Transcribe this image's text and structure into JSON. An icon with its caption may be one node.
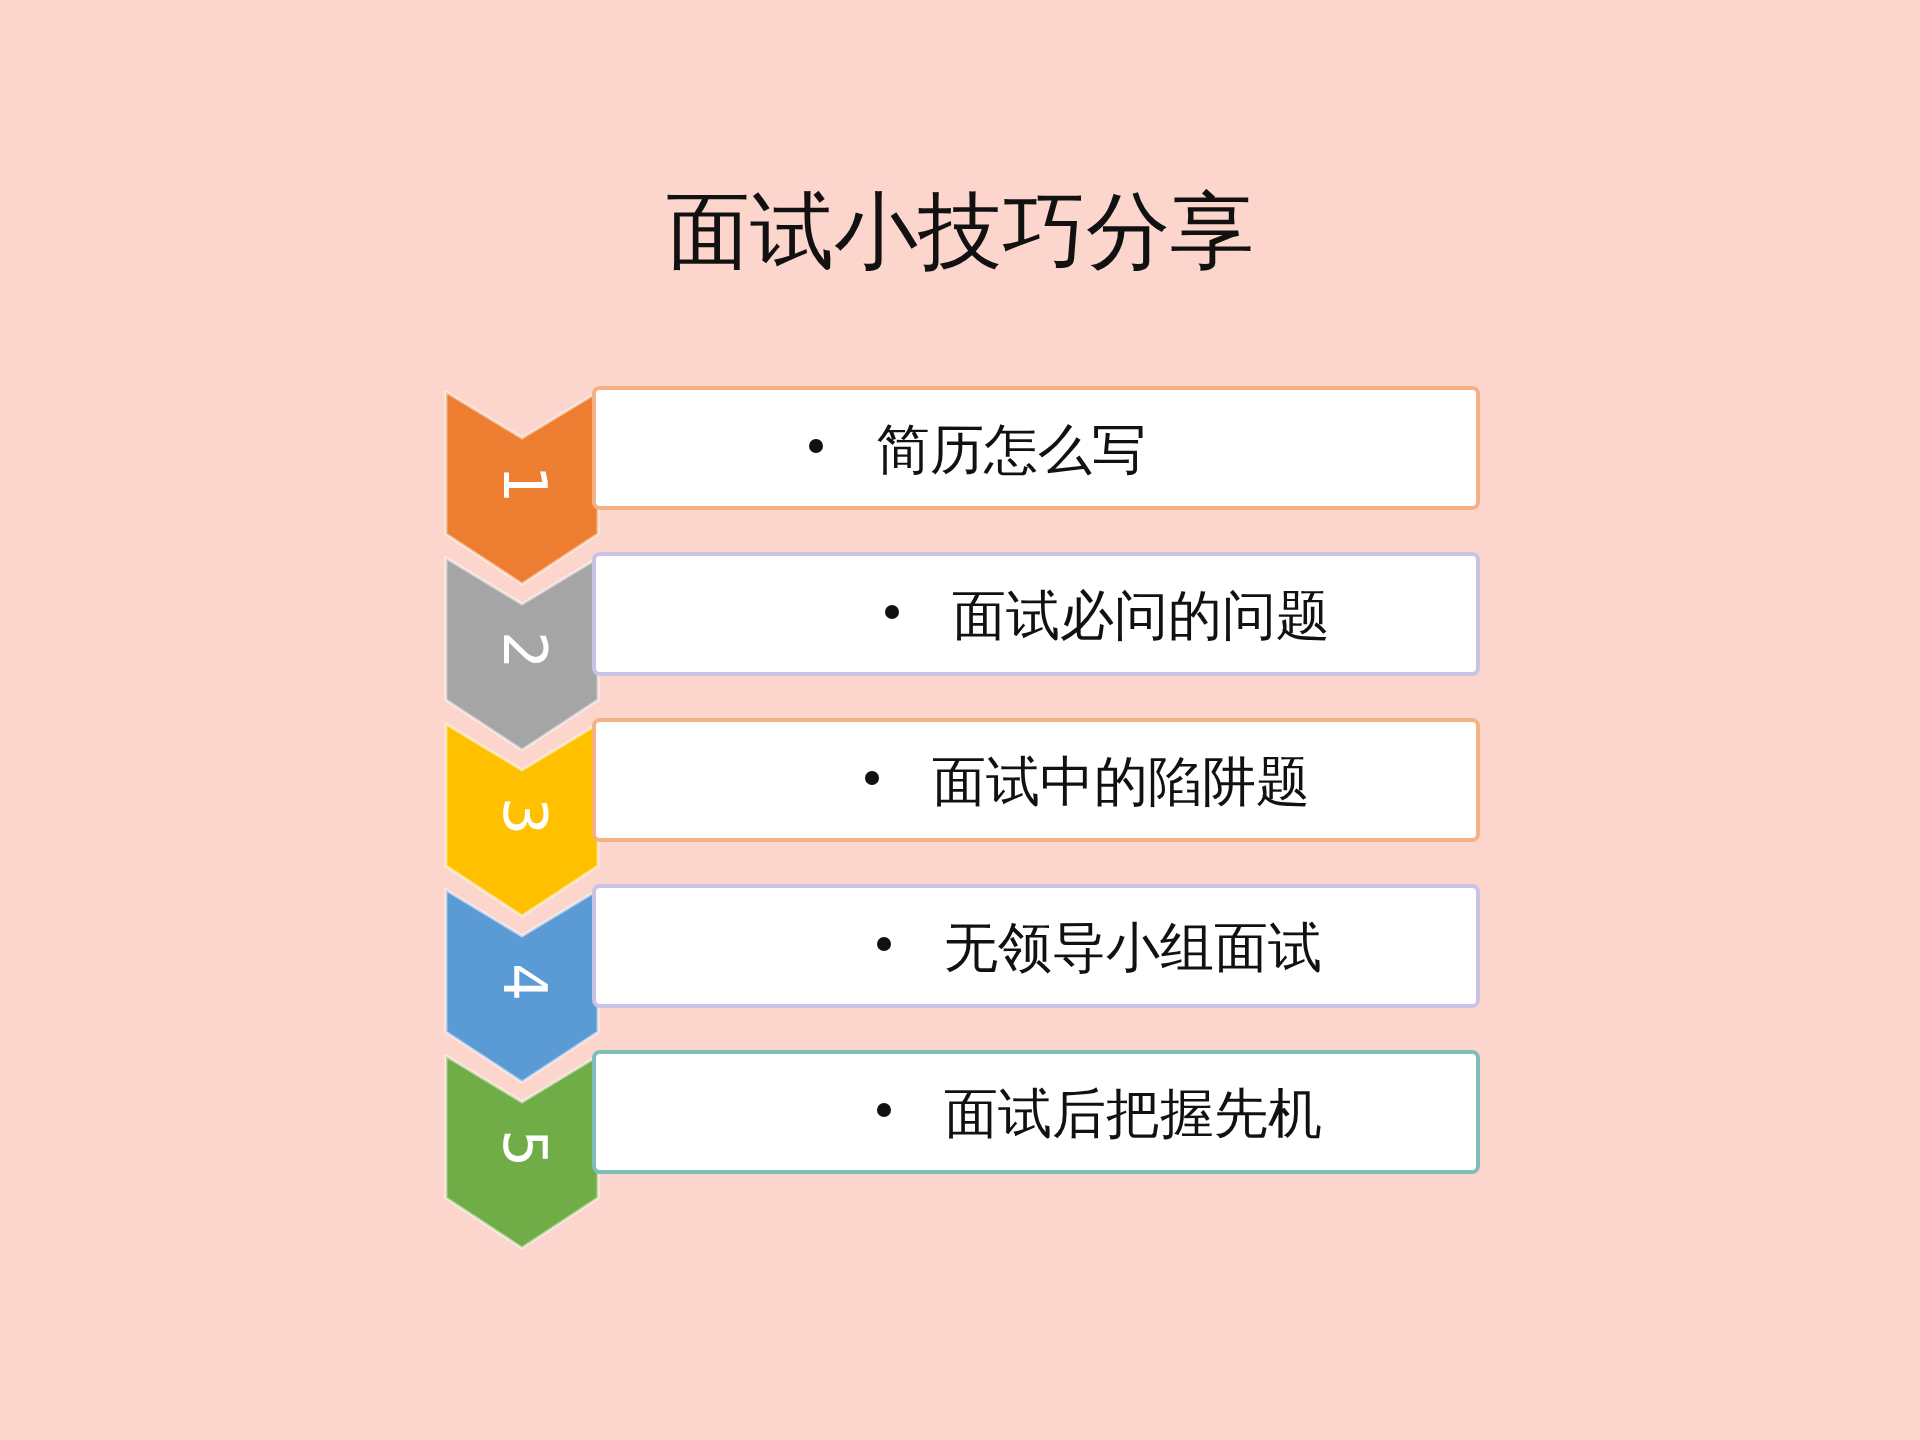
{
  "diagram": {
    "title": "面试小技巧分享",
    "nodes": [
      {
        "text": [
          "1"
        ]
      },
      {
        "text": [
          "简历怎么写"
        ]
      },
      {
        "text": [
          "2"
        ]
      },
      {
        "text": [
          "面试必问的问题"
        ]
      },
      {
        "text": [
          "3"
        ]
      },
      {
        "text": [
          "面试中的陷阱题"
        ]
      },
      {
        "text": [
          "4"
        ]
      },
      {
        "text": [
          "无领导小组面试"
        ]
      },
      {
        "text": [
          "5"
        ]
      },
      {
        "text": [
          "面试后把握先机"
        ]
      }
    ]
  }
}
